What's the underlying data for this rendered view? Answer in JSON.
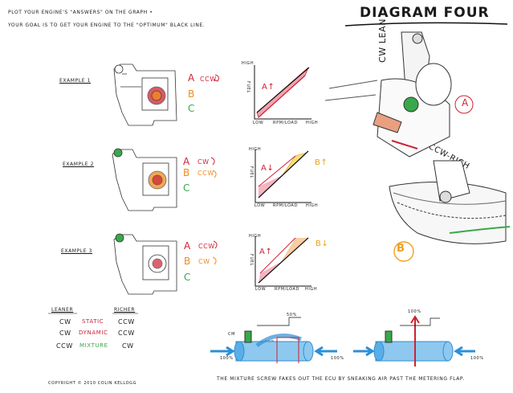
{
  "instructions": {
    "line1": "PLOT YOUR ENGINE'S \"ANSWERS\" ON THE GRAPH •",
    "line2": "YOUR GOAL IS TO GET YOUR ENGINE TO THE \"OPTIMUM\" BLACK LINE."
  },
  "title": "DIAGRAM FOUR",
  "examples": [
    {
      "label": "EXAMPLE 1",
      "rows": [
        {
          "letter": "A",
          "action": "CCW"
        },
        {
          "letter": "B",
          "action": ""
        },
        {
          "letter": "C",
          "action": ""
        }
      ],
      "graph": {
        "y_label": "FUEL",
        "x_label": "RPM/LOAD",
        "low": "LOW",
        "high": "HIGH",
        "marker": "A↑"
      }
    },
    {
      "label": "EXAMPLE 2",
      "rows": [
        {
          "letter": "A",
          "action": "CW"
        },
        {
          "letter": "B",
          "action": "CCW"
        },
        {
          "letter": "C",
          "action": ""
        }
      ],
      "graph": {
        "y_label": "FUEL",
        "x_label": "RPM/LOAD",
        "low": "LOW",
        "high": "HIGH",
        "marker": "A↓",
        "marker2": "B↑"
      }
    },
    {
      "label": "EXAMPLE 3",
      "rows": [
        {
          "letter": "A",
          "action": "CCW"
        },
        {
          "letter": "B",
          "action": "CW"
        },
        {
          "letter": "C",
          "action": ""
        }
      ],
      "graph": {
        "y_label": "FUEL",
        "x_label": "RPM/LOAD",
        "low": "LOW",
        "high": "HIGH",
        "marker": "A↑",
        "marker2": "B↓"
      }
    }
  ],
  "legend": {
    "leaner": "LEANER",
    "richer": "RICHER",
    "rows": [
      {
        "left": "CW",
        "middle": "STATIC",
        "right": "CCW"
      },
      {
        "left": "CW",
        "middle": "DYNAMIC",
        "right": "CCW"
      },
      {
        "left": "CCW",
        "middle": "MIXTURE",
        "right": "CW"
      }
    ]
  },
  "detail": {
    "cw_lean": "CW LEAN",
    "ccw_rich": "CCW-RICH",
    "marker_a": "A",
    "marker_b": "B"
  },
  "flow": {
    "left": {
      "top_pct": "50%",
      "mid_pct": "50%",
      "in_pct": "100%",
      "out_pct": "100%",
      "cm": "CM"
    },
    "right": {
      "top_pct": "100%",
      "in_pct": "100%",
      "out_pct": "100%"
    }
  },
  "caption": "THE MIXTURE SCREW FAKES OUT THE ECU BY SNEAKING AIR PAST THE METERING FLAP.",
  "copyright": "COPYRIGHT © 2010 COLIN KELLOGG",
  "colors": {
    "red": "#cc2233",
    "orange": "#f08a1c",
    "yellow": "#e8c21a",
    "green": "#3aa84a",
    "blue": "#2e8fd6",
    "pink": "#f2a3b0"
  }
}
